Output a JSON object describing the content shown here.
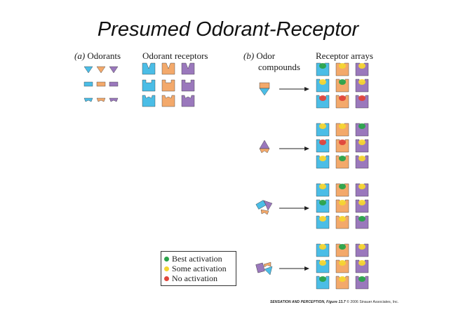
{
  "title": "Presumed Odorant-Receptor",
  "panel_a": {
    "letter": "(a)",
    "odorants_label": "Odorants",
    "receptors_label": "Odorant receptors"
  },
  "panel_b": {
    "letter": "(b)",
    "compounds_line1": "Odor",
    "compounds_line2": "compounds",
    "arrays_label": "Receptor arrays",
    "compounds": [
      {
        "id": "compound-1",
        "activation": [
          [
            "best",
            "some",
            "some"
          ],
          [
            "some",
            "best",
            "some"
          ],
          [
            "none",
            "none",
            "none"
          ]
        ]
      },
      {
        "id": "compound-2",
        "activation": [
          [
            "some",
            "some",
            "best"
          ],
          [
            "none",
            "none",
            "some"
          ],
          [
            "some",
            "best",
            "some"
          ]
        ]
      },
      {
        "id": "compound-3",
        "activation": [
          [
            "some",
            "best",
            "some"
          ],
          [
            "best",
            "some",
            "some"
          ],
          [
            "some",
            "some",
            "best"
          ]
        ]
      },
      {
        "id": "compound-4",
        "activation": [
          [
            "some",
            "best",
            "some"
          ],
          [
            "some",
            "some",
            "some"
          ],
          [
            "best",
            "some",
            "best"
          ]
        ]
      }
    ]
  },
  "colors": {
    "cyan": "#4bbde6",
    "orange": "#f3a96b",
    "purple": "#9a78bc",
    "best": "#2aa34a",
    "some": "#f5d530",
    "none": "#e0453a"
  },
  "legend": {
    "best": "Best activation",
    "some": "Some activation",
    "none": "No activation"
  },
  "credit": {
    "book": "SENSATION AND PERCEPTION,",
    "figure": "Figure 13.7",
    "copyright": "© 2006 Sinauer Associates, Inc."
  }
}
